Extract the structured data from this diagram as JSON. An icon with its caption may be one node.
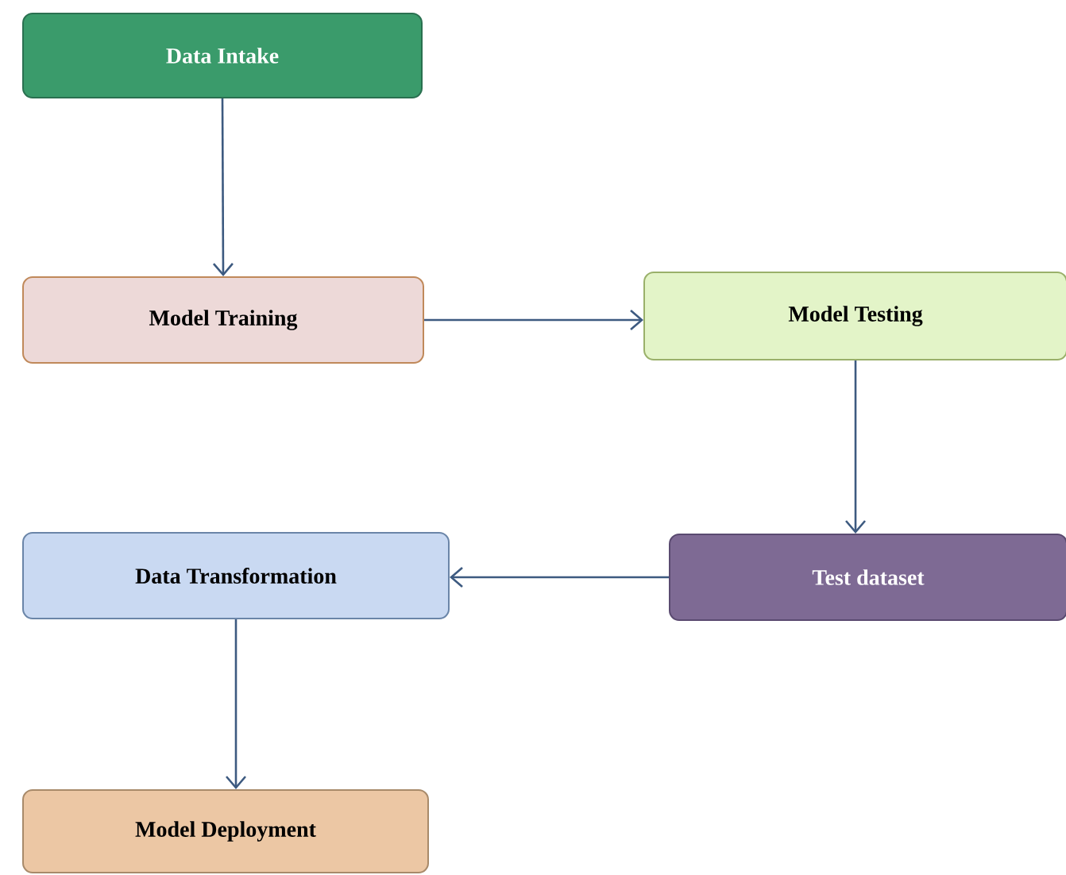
{
  "diagram": {
    "nodes": [
      {
        "text": [
          "Data Intake"
        ]
      },
      {
        "text": [
          "Model Training"
        ]
      },
      {
        "text": [
          "Model Testing"
        ]
      },
      {
        "text": [
          "Data Transformation"
        ]
      },
      {
        "text": [
          "Test dataset"
        ]
      },
      {
        "text": [
          "Model Deployment"
        ]
      }
    ],
    "edges": [
      {
        "from": 0,
        "to": 1,
        "arrow": "to"
      },
      {
        "from": 1,
        "to": 2,
        "arrow": "to"
      },
      {
        "from": 2,
        "to": 4,
        "arrow": "to"
      },
      {
        "from": 4,
        "to": 3,
        "arrow": "to"
      },
      {
        "from": 3,
        "to": 5,
        "arrow": "to"
      }
    ]
  }
}
